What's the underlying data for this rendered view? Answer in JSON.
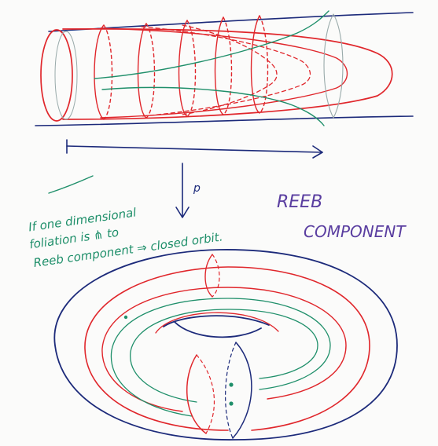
{
  "colors": {
    "paper": "#fbfbfa",
    "blue": "#1c2a7a",
    "red": "#e0262b",
    "green": "#1f8f6a",
    "purple": "#5a3ea0"
  },
  "labels": {
    "projection_map": "p",
    "reeb_title_line1": "REEB",
    "reeb_title_line2": "COMPONENT",
    "note_line1": "If one dimensional",
    "note_line2": "foliation is ⋔ to",
    "note_line3": "Reeb component ⇒ closed orbit."
  }
}
